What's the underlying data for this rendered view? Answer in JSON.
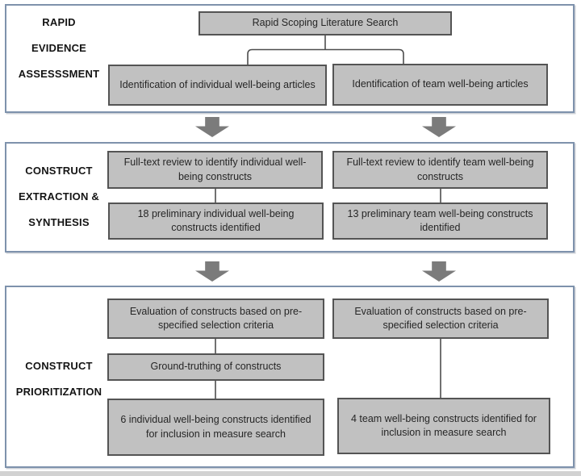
{
  "figure": {
    "title": "Construct identification flow diagram",
    "sections": [
      {
        "name": "rapid-evidence-assessment",
        "label_lines": [
          "RAPID",
          "EVIDENCE",
          "ASSESSSMENT"
        ],
        "boxes": {
          "search": "Rapid Scoping Literature Search",
          "individual": "Identification of individual well-being articles",
          "team": "Identification of team well-being articles"
        }
      },
      {
        "name": "construct-extraction-synthesis",
        "label_lines": [
          "CONSTRUCT",
          "EXTRACTION &",
          "SYNTHESIS"
        ],
        "boxes": {
          "individual_review": "Full-text review to identify individual well-being constructs",
          "individual_result": "18 preliminary individual well-being constructs identified",
          "team_review": "Full-text review to identify team well-being constructs",
          "team_result": "13 preliminary team well-being constructs identified"
        }
      },
      {
        "name": "construct-prioritization",
        "label_lines": [
          "CONSTRUCT",
          "PRIORITIZATION"
        ],
        "boxes": {
          "individual_evaluation": "Evaluation of constructs based on pre-specified selection criteria",
          "ground_truthing": "Ground-truthing of constructs",
          "individual_result": "6 individual well-being constructs identified for inclusion in measure search",
          "team_evaluation": "Evaluation of constructs based on pre-specified selection criteria",
          "team_result": "4 team well-being constructs identified for inclusion in measure search"
        }
      }
    ],
    "colors": {
      "box_fill": "#c1c1c1",
      "box_border": "#545454",
      "section_border": "#7e92ac",
      "arrow": "#7b7b7b",
      "connector": "#4d4d4d"
    }
  }
}
